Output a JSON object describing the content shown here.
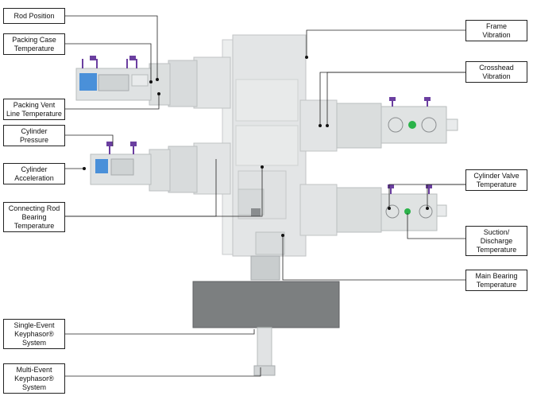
{
  "labels": {
    "rod_position": [
      "Rod Position"
    ],
    "packing_case_temperature": [
      "Packing Case",
      "Temperature"
    ],
    "packing_vent_line_temperature": [
      "Packing Vent",
      "Line Temperature"
    ],
    "cylinder_pressure": [
      "Cylinder",
      "Pressure"
    ],
    "cylinder_acceleration": [
      "Cylinder",
      "Acceleration"
    ],
    "connecting_rod_bearing_temperature": [
      "Connecting Rod",
      "Bearing",
      "Temperature"
    ],
    "single_event_keyphasor": [
      "Single-Event",
      "Keyphasor®",
      "System"
    ],
    "multi_event_keyphasor": [
      "Multi-Event",
      "Keyphasor®",
      "System"
    ],
    "frame_vibration": [
      "Frame",
      "Vibration"
    ],
    "crosshead_vibration": [
      "Crosshead",
      "Vibration"
    ],
    "cylinder_valve_temperature": [
      "Cylinder Valve",
      "Temperature"
    ],
    "suction_discharge_temperature": [
      "Suction/",
      "Discharge",
      "Temperature"
    ],
    "main_bearing_temperature": [
      "Main Bearing",
      "Temperature"
    ]
  },
  "colors": {
    "machine_light": "#e6e8e8",
    "machine_mid": "#d2d5d6",
    "machine_dark": "#b5b9bb",
    "motor": "#7c7f80",
    "leader_line": "#222222",
    "sensor_blue": "#4a90d9",
    "sensor_purple": "#6b3fa0",
    "indicator_green": "#2bb34a"
  }
}
